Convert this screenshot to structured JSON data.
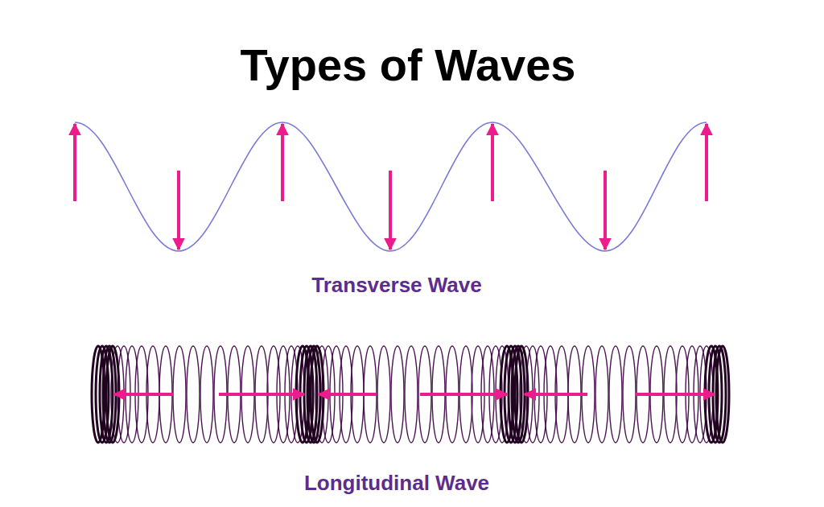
{
  "diagram": {
    "title": "Types of Waves",
    "labels": [
      "Transverse Wave",
      "Longitudinal Wave"
    ]
  }
}
